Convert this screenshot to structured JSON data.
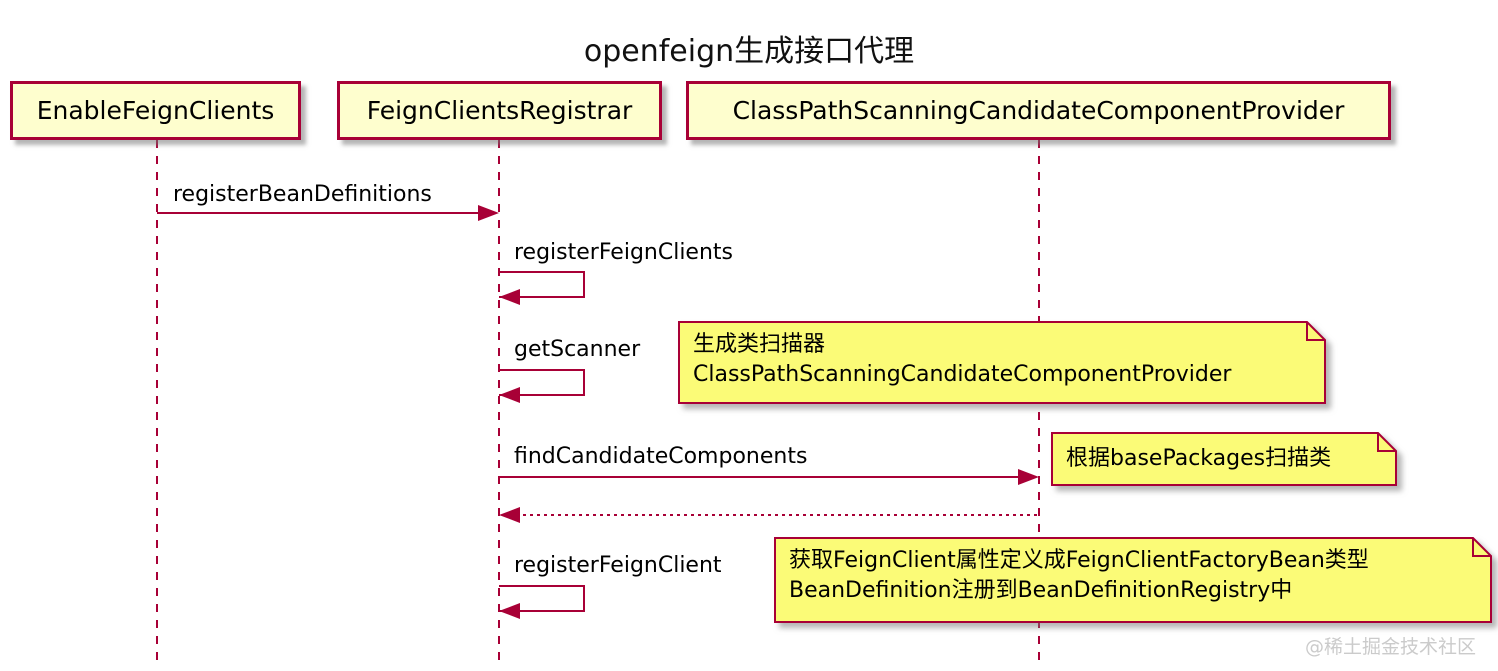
{
  "title": "openfeign生成接口代理",
  "participants": [
    {
      "name": "EnableFeignClients"
    },
    {
      "name": "FeignClientsRegistrar"
    },
    {
      "name": "ClassPathScanningCandidateComponentProvider"
    }
  ],
  "messages": [
    {
      "label": "registerBeanDefinitions",
      "from": "EnableFeignClients",
      "to": "FeignClientsRegistrar",
      "style": "solid"
    },
    {
      "label": "registerFeignClients",
      "from": "FeignClientsRegistrar",
      "to": "FeignClientsRegistrar",
      "style": "self"
    },
    {
      "label": "getScanner",
      "from": "FeignClientsRegistrar",
      "to": "FeignClientsRegistrar",
      "style": "self"
    },
    {
      "label": "findCandidateComponents",
      "from": "FeignClientsRegistrar",
      "to": "ClassPathScanningCandidateComponentProvider",
      "style": "solid"
    },
    {
      "label": "",
      "from": "ClassPathScanningCandidateComponentProvider",
      "to": "FeignClientsRegistrar",
      "style": "dotted-return"
    },
    {
      "label": "registerFeignClient",
      "from": "FeignClientsRegistrar",
      "to": "FeignClientsRegistrar",
      "style": "self"
    }
  ],
  "notes": [
    {
      "lines": [
        "生成类扫描器",
        "ClassPathScanningCandidateComponentProvider"
      ]
    },
    {
      "lines": [
        "根据basePackages扫描类"
      ]
    },
    {
      "lines": [
        "获取FeignClient属性定义成FeignClientFactoryBean类型",
        "BeanDefinition注册到BeanDefinitionRegistry中"
      ]
    }
  ],
  "watermark": "@稀土掘金技术社区",
  "colors": {
    "participant_fill": "#FEFECE",
    "note_fill": "#FBFB77",
    "border": "#A80036",
    "arrow": "#A80036",
    "text": "#000000",
    "watermark": "#CBCBCB"
  }
}
